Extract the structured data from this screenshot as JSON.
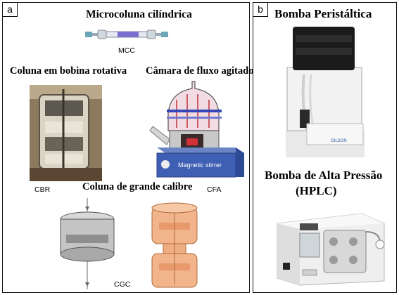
{
  "panel_a": {
    "tag": "a",
    "mcc": {
      "title": "Microcoluna cilíndrica",
      "label": "MCC"
    },
    "cbr": {
      "title": "Coluna em bobina rotativa",
      "label": "CBR"
    },
    "cfa": {
      "title": "Câmara de fluxo agitado",
      "label": "CFA",
      "stirrer_text": "Magnetic stirrer"
    },
    "cgc": {
      "title": "Coluna de grande calibre",
      "label": "CGC"
    }
  },
  "panel_b": {
    "tag": "b",
    "peristaltic": {
      "title": "Bomba Peristáltica",
      "brand": "GILSON"
    },
    "hplc": {
      "title_line1": "Bomba de Alta Pressão",
      "title_line2": "(HPLC)"
    }
  }
}
